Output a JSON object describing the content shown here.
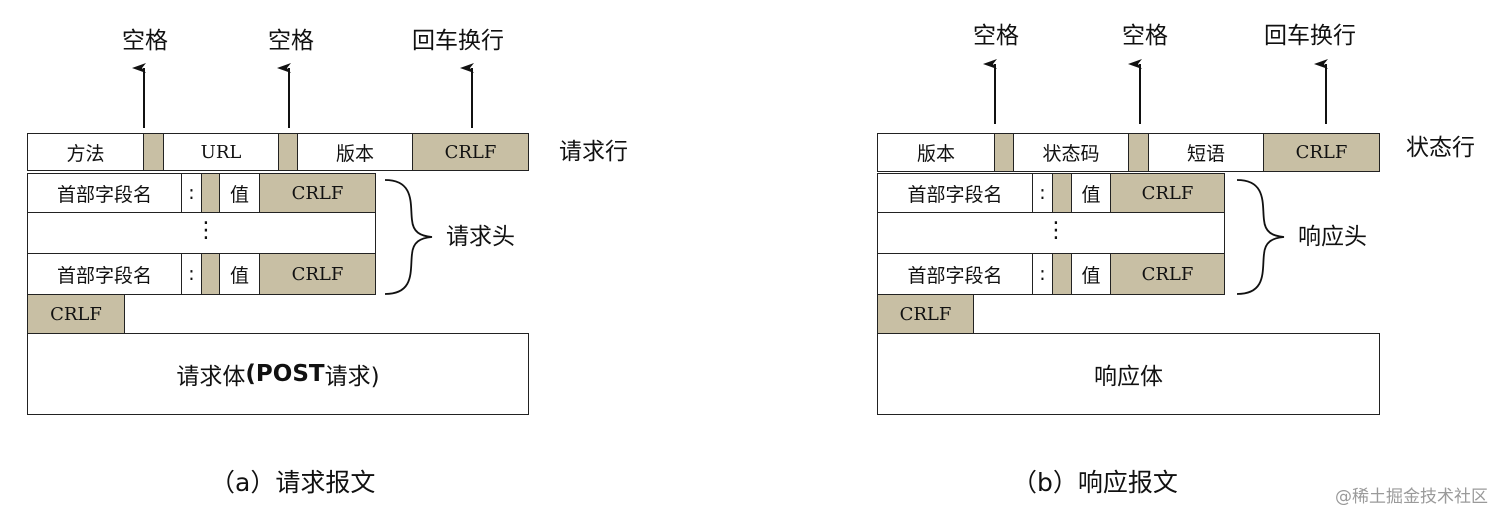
{
  "request": {
    "arrow_labels": [
      "空格",
      "空格",
      "回车换行"
    ],
    "line_fields": {
      "method": "方法",
      "url": "URL",
      "version": "版本",
      "crlf": "CRLF"
    },
    "line_label": "请求行",
    "header_field": "首部字段名",
    "colon": ":",
    "value": "值",
    "crlf": "CRLF",
    "ellipsis": "⋮",
    "headers_label": "请求头",
    "body_text": "请求体",
    "body_bold": "(POST",
    "body_tail": "请求)",
    "caption": "（a）请求报文"
  },
  "response": {
    "arrow_labels": [
      "空格",
      "空格",
      "回车换行"
    ],
    "line_fields": {
      "version": "版本",
      "status_code": "状态码",
      "phrase": "短语",
      "crlf": "CRLF"
    },
    "line_label": "状态行",
    "header_field": "首部字段名",
    "colon": ":",
    "value": "值",
    "crlf": "CRLF",
    "ellipsis": "⋮",
    "headers_label": "响应头",
    "body_text": "响应体",
    "caption": "（b）响应报文"
  },
  "watermark": "@稀土掘金技术社区",
  "colors": {
    "shaded": "#c8bfa4",
    "border": "#222222"
  }
}
